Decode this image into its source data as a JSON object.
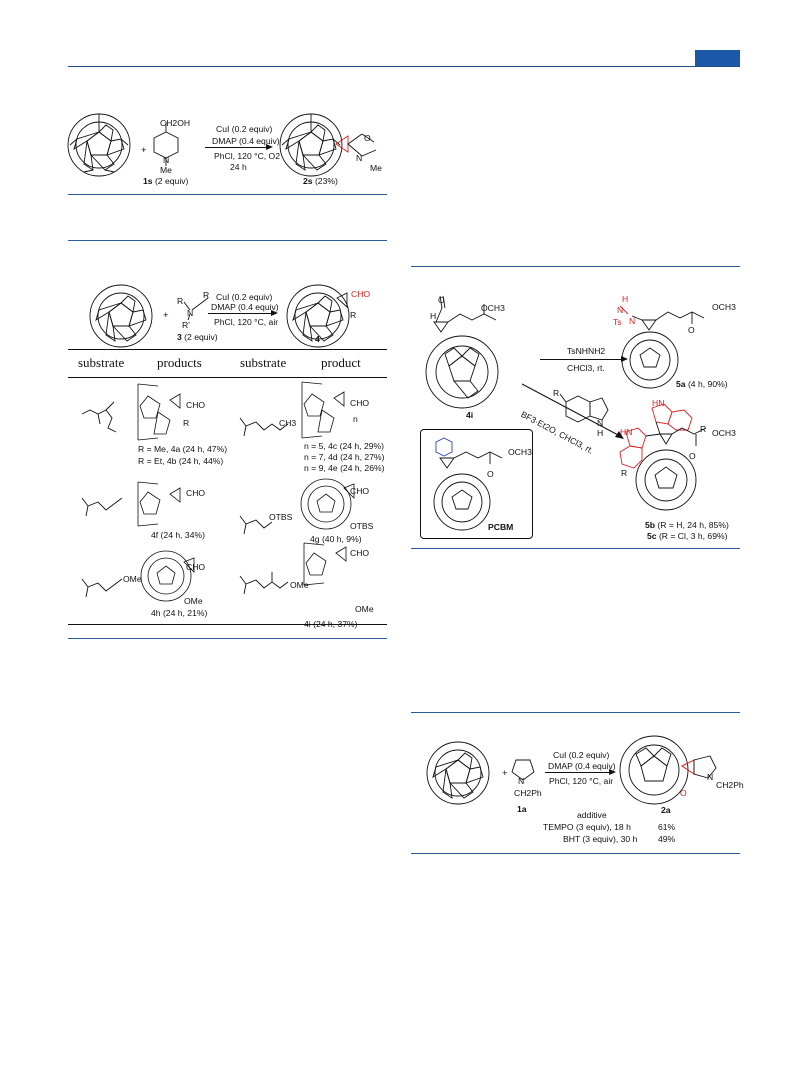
{
  "scheme_top": {
    "reagent": "4-(hydroxymethyl)-1-methylpiperidine",
    "oh_label": "CH2OH",
    "n_label": "N",
    "me_label": "Me",
    "plus": "+",
    "cond1": "CuI (0.2 equiv)",
    "cond2": "DMAP (0.4 equiv)",
    "cond3": "PhCl, 120 °C, O2",
    "cond4": "24 h",
    "sub_label_bold": "1s",
    "sub_label_rest": " (2 equiv)",
    "prod_label_bold": "2s",
    "prod_label_rest": " (23%)",
    "prod_o": "O",
    "prod_n": "N",
    "prod_me": "Me"
  },
  "scheme_table": {
    "reagent_r1": "R",
    "reagent_r": "R",
    "reagent_n": "N",
    "reagent_r2": "R'",
    "plus": "+",
    "cond1": "CuI (0.2 equiv)",
    "cond2": "DMAP (0.4 equiv)",
    "cond3": "PhCl, 120 °C, air",
    "reagent_label_bold": "3",
    "reagent_label_rest": " (2 equiv)",
    "prod_label": "4",
    "prod_cho": "CHO",
    "prod_r": "R",
    "headers": [
      "substrate",
      "products",
      "substrate",
      "product"
    ],
    "rows": [
      {
        "left_cho": "CHO",
        "left_r": "R",
        "left_lines": [
          "R = Me, 4a (24 h, 47%)",
          "R = Et, 4b (24 h, 44%)"
        ],
        "right_cho": "CHO",
        "right_sub": "CH3",
        "right_n": "n",
        "right_lines": [
          "n = 5, 4c (24 h, 29%)",
          "n = 7, 4d (24 h, 27%)",
          "n = 9, 4e (24 h, 26%)"
        ]
      },
      {
        "left_cho": "CHO",
        "left_lines": [
          "4f (24 h, 34%)"
        ],
        "right_cho": "CHO",
        "right_otbs": "OTBS",
        "right_sub": "OTBS",
        "right_lines": [
          "4g (40 h, 9%)"
        ]
      },
      {
        "left_cho": "CHO",
        "left_ome": "OMe",
        "left_sub": "OMe",
        "left_lines": [
          "4h (24 h, 21%)"
        ],
        "right_cho": "CHO",
        "right_ome": "OMe",
        "right_sub": "OMe",
        "right_lines": [
          "4i (24 h, 37%)"
        ]
      }
    ]
  },
  "scheme_derivatization": {
    "start_label": "4i",
    "h_label": "H",
    "o_label": "O",
    "och3": "OCH3",
    "top_arrow_r1": "TsNHNH2",
    "top_arrow_r2": "CHCl3, rt.",
    "diag_arrow": "BF3·Et2O, CHCl3, rt.",
    "indole_r": "R",
    "indole_nh": "N",
    "indole_h": "H",
    "p5a_ts": "Ts",
    "p5a_n1": "N",
    "p5a_n2": "N",
    "p5a_h": "H",
    "p5a_och3": "OCH3",
    "p5a_o": "O",
    "p5a_label_bold": "5a",
    "p5a_label_rest": " (4 h, 90%)",
    "p5b_hn1": "HN",
    "p5b_hn2": "HN",
    "p5b_r1": "R",
    "p5b_r2": "R",
    "p5b_och3": "OCH3",
    "p5b_o": "O",
    "p5b_line_bold": "5b",
    "p5b_line_rest": " (R = H, 24 h, 85%)",
    "p5c_line_bold": "5c",
    "p5c_line_rest": " (R = Cl, 3 h, 69%)",
    "pcbm_label": "PCBM",
    "pcbm_och3": "OCH3",
    "pcbm_o": "O"
  },
  "scheme_control": {
    "plus": "+",
    "n_label": "N",
    "ch2ph": "CH2Ph",
    "reagent_label": "1a",
    "cond1": "CuI (0.2 equiv)",
    "cond2": "DMAP (0.4 equiv)",
    "cond3": "PhCl, 120 °C, air",
    "prod_label": "2a",
    "prod_o": "O",
    "prod_n": "N",
    "prod_ch2ph": "CH2Ph",
    "additive_header": "additive",
    "rows": [
      {
        "additive": "TEMPO (3 equiv), 18 h",
        "yield": "61%"
      },
      {
        "additive": "BHT (3 equiv), 30 h",
        "yield": "49%"
      }
    ]
  },
  "colors": {
    "header_blue": "#1c58a8",
    "rule_blue": "#2a5a9c",
    "highlight_red": "#e02020"
  }
}
